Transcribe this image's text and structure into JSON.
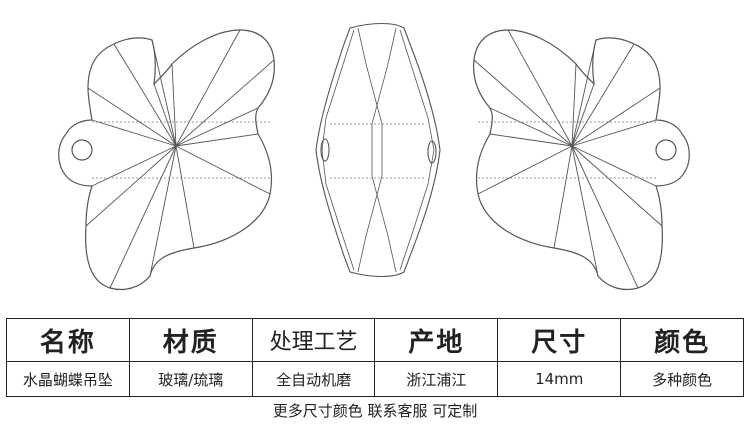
{
  "table": {
    "headers": [
      "名称",
      "材质",
      "处理工艺",
      "产地",
      "尺寸",
      "颜色"
    ],
    "values": [
      "水晶蝴蝶吊坠",
      "玻璃/琉璃",
      "全自动机磨",
      "浙江浦江",
      "14mm",
      "多种颜色"
    ]
  },
  "footer": {
    "note": "更多尺寸颜色  联系客服 可定制"
  },
  "colors": {
    "line": "#555555",
    "text": "#222222"
  }
}
